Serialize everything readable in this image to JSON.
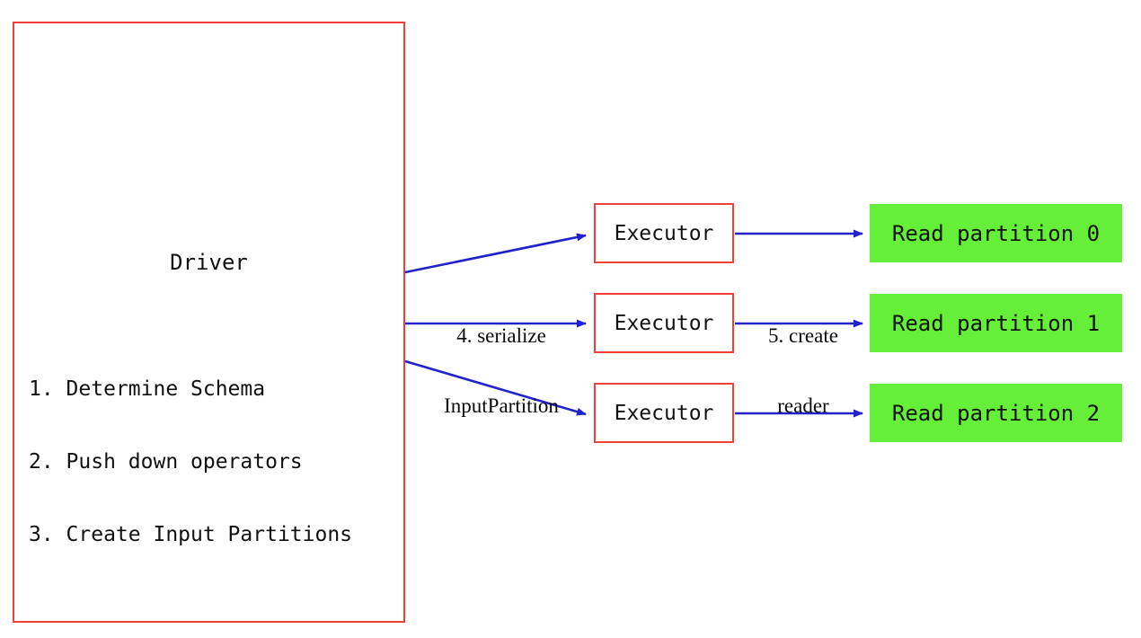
{
  "diagram": {
    "title_visible": false,
    "colors": {
      "box_border_red": "#ef4136",
      "partition_green": "#66ef38",
      "arrow_blue": "#2222cc",
      "text_black": "#111111",
      "background": "#ffffff"
    }
  },
  "driver": {
    "title": "Driver",
    "steps": [
      "1. Determine Schema",
      "2. Push down operators",
      "3. Create Input Partitions"
    ]
  },
  "executors": [
    {
      "label": "Executor"
    },
    {
      "label": "Executor"
    },
    {
      "label": "Executor"
    }
  ],
  "partitions": [
    {
      "label": "Read partition 0"
    },
    {
      "label": "Read partition 1"
    },
    {
      "label": "Read partition 2"
    }
  ],
  "arrow_labels": {
    "serialize": {
      "line1": "4. serialize",
      "line2": "InputPartition"
    },
    "create_reader": {
      "line1": "5. create",
      "line2": "reader"
    }
  }
}
